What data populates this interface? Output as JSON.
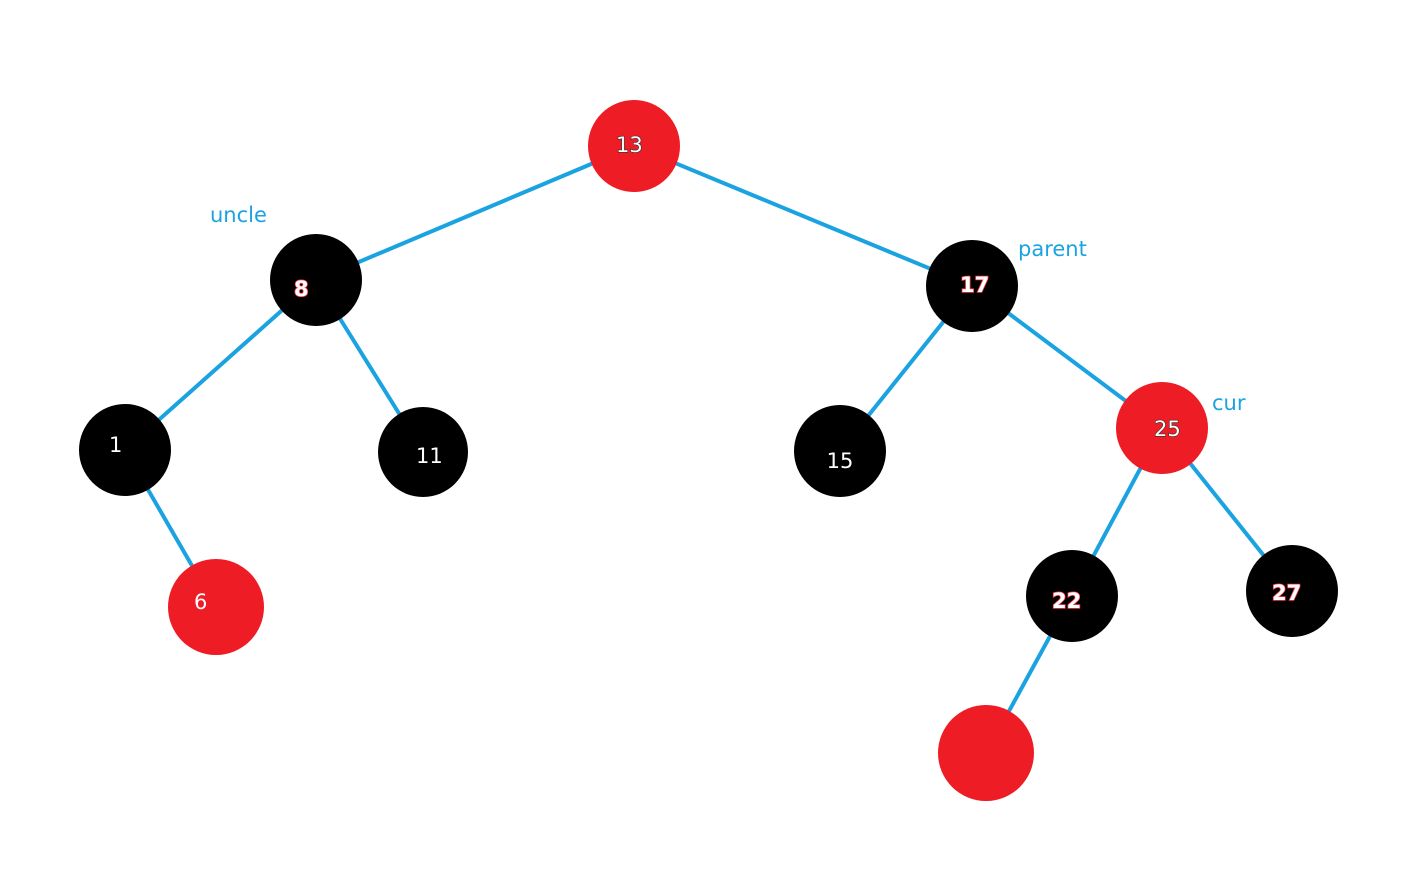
{
  "colors": {
    "edge": "#1aa3e0",
    "black_node": "#000000",
    "red_node": "#ee1c25",
    "annotation": "#1aa3e0",
    "label": "#ffffff"
  },
  "nodes": [
    {
      "id": "n13",
      "label": "13",
      "color": "red",
      "style": "outlined-dark"
    },
    {
      "id": "n8",
      "label": "8",
      "color": "black",
      "style": "outlined"
    },
    {
      "id": "n17",
      "label": "17",
      "color": "black",
      "style": "outlined"
    },
    {
      "id": "n1",
      "label": "1",
      "color": "black",
      "style": "plain"
    },
    {
      "id": "n11",
      "label": "11",
      "color": "black",
      "style": "plain"
    },
    {
      "id": "n6",
      "label": "6",
      "color": "red",
      "style": "plain"
    },
    {
      "id": "n15",
      "label": "15",
      "color": "black",
      "style": "plain"
    },
    {
      "id": "n25",
      "label": "25",
      "color": "red",
      "style": "outlined-dark"
    },
    {
      "id": "n22",
      "label": "22",
      "color": "black",
      "style": "outlined"
    },
    {
      "id": "n27",
      "label": "27",
      "color": "black",
      "style": "outlined"
    },
    {
      "id": "nNew",
      "label": "",
      "color": "red",
      "style": "plain"
    }
  ],
  "edges": [
    {
      "from": "n13",
      "to": "n8"
    },
    {
      "from": "n13",
      "to": "n17"
    },
    {
      "from": "n8",
      "to": "n1"
    },
    {
      "from": "n8",
      "to": "n11"
    },
    {
      "from": "n1",
      "to": "n6"
    },
    {
      "from": "n17",
      "to": "n15"
    },
    {
      "from": "n17",
      "to": "n25"
    },
    {
      "from": "n25",
      "to": "n22"
    },
    {
      "from": "n25",
      "to": "n27"
    },
    {
      "from": "n22",
      "to": "nNew"
    }
  ],
  "annotations": [
    {
      "id": "uncle",
      "text": "uncle",
      "target": "n8"
    },
    {
      "id": "parent",
      "text": "parent",
      "target": "n17"
    },
    {
      "id": "cur",
      "text": "cur",
      "target": "n25"
    }
  ]
}
